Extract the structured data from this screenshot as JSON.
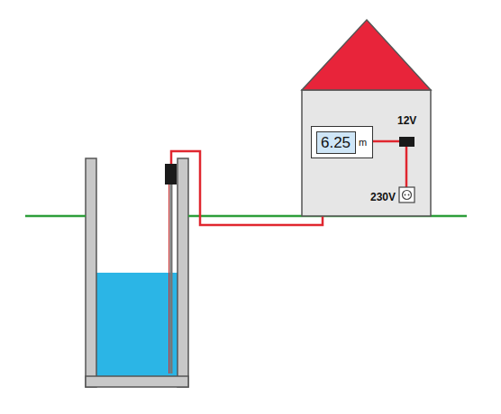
{
  "diagram": {
    "nodes": [
      {
        "text": [
          "m"
        ]
      },
      {
        "text": [
          "6.25"
        ],
        "in": 0
      }
    ],
    "labels": [
      "12V",
      "230V"
    ]
  }
}
